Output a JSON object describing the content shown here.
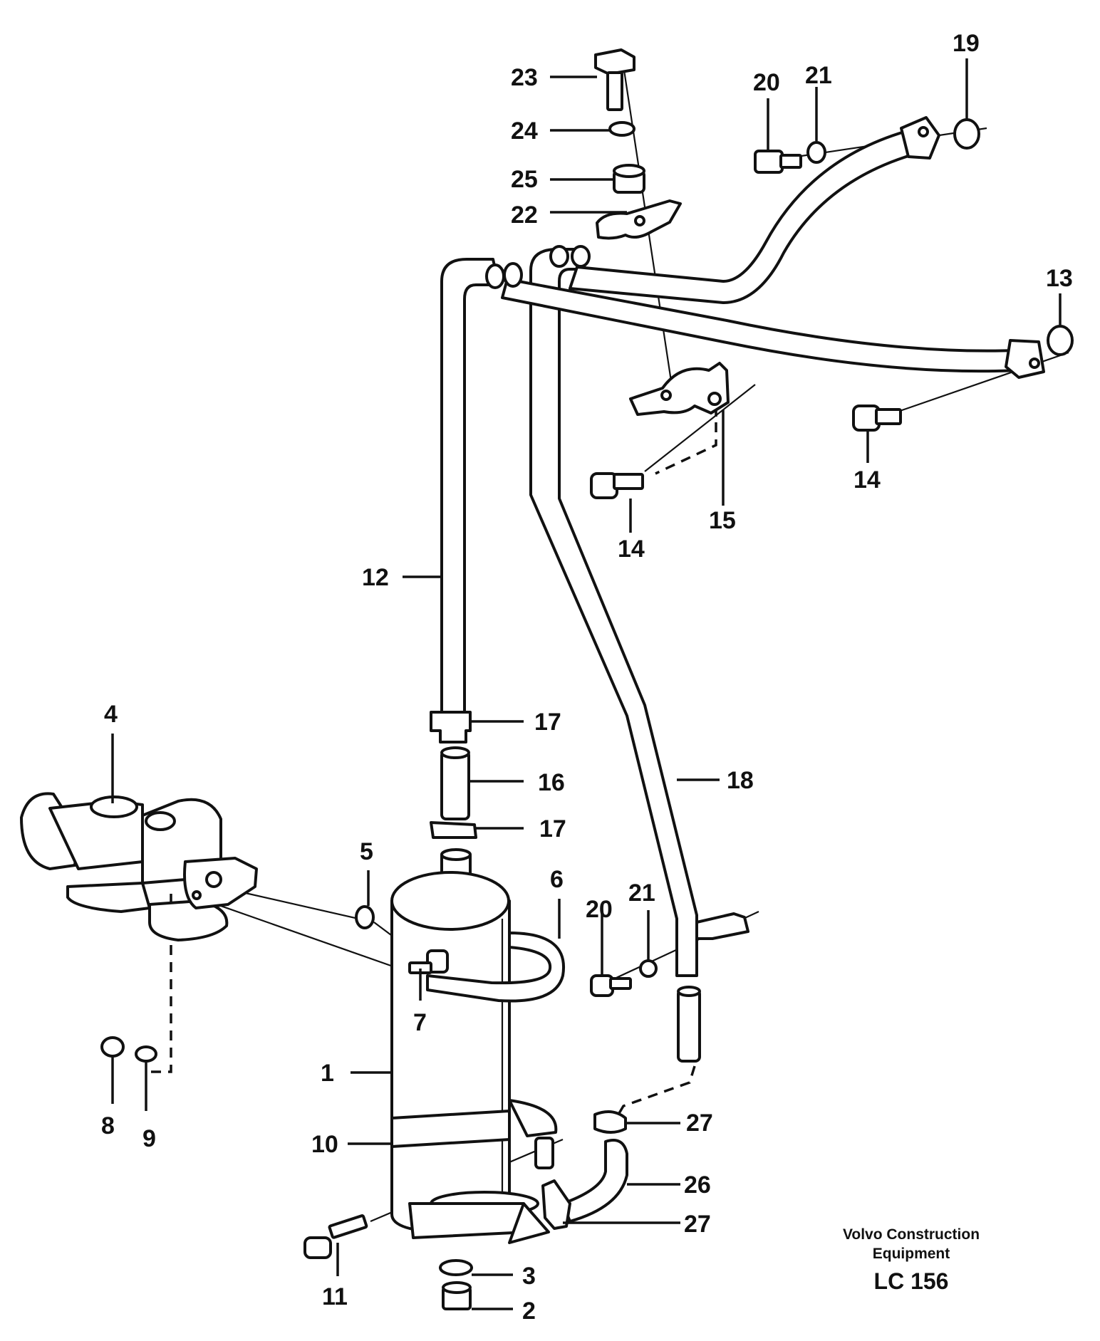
{
  "labels": {
    "p1": "1",
    "p2": "2",
    "p3": "3",
    "p4": "4",
    "p5": "5",
    "p6": "6",
    "p7": "7",
    "p8": "8",
    "p9": "9",
    "p10": "10",
    "p11": "11",
    "p12": "12",
    "p13": "13",
    "p14a": "14",
    "p14b": "14",
    "p15": "15",
    "p16": "16",
    "p17a": "17",
    "p17b": "17",
    "p18": "18",
    "p19": "19",
    "p20a": "20",
    "p20b": "20",
    "p21a": "21",
    "p21b": "21",
    "p22": "22",
    "p23": "23",
    "p24": "24",
    "p25": "25",
    "p26": "26",
    "p27a": "27",
    "p27b": "27"
  },
  "caption": {
    "line1": "Volvo Construction",
    "line2": "Equipment",
    "code": "LC 156"
  },
  "colors": {
    "ink": "#111111",
    "paper": "#ffffff"
  }
}
